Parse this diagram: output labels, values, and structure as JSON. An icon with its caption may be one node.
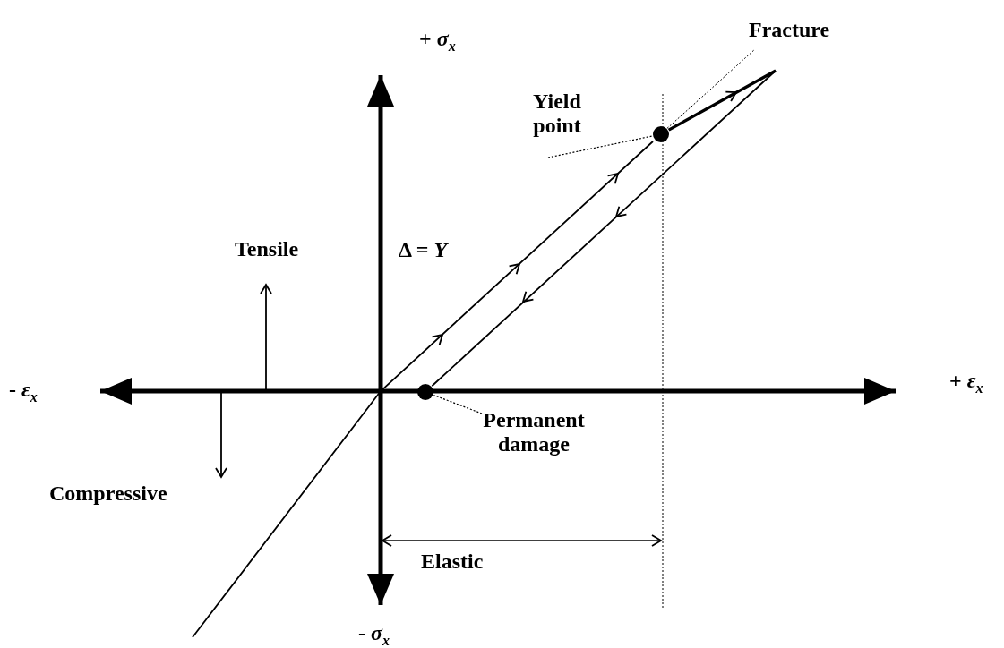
{
  "diagram": {
    "nodes": [
      {
        "text": [
          "Yield point"
        ]
      },
      {
        "text": [],
        "shape": "circle"
      },
      {
        "text": [
          "Permanent damage"
        ]
      },
      {
        "text": [],
        "shape": "circle"
      }
    ],
    "edges": [
      {
        "from": 0,
        "to": 1,
        "arrow": "none",
        "style": "dashed"
      },
      {
        "from": 2,
        "to": 3,
        "arrow": "none",
        "style": "dashed"
      },
      {
        "from": 1,
        "to": 3,
        "arrow": "to"
      }
    ],
    "labels": [
      "+ *σ*$_{x}$",
      "Fracture",
      "Tensile",
      "Δ = *Y*",
      "- *ε*$_{x}$",
      "+ *ε*$_{x}$",
      "Compressive",
      "Elastic",
      "- *σ*$_{x}$"
    ]
  }
}
